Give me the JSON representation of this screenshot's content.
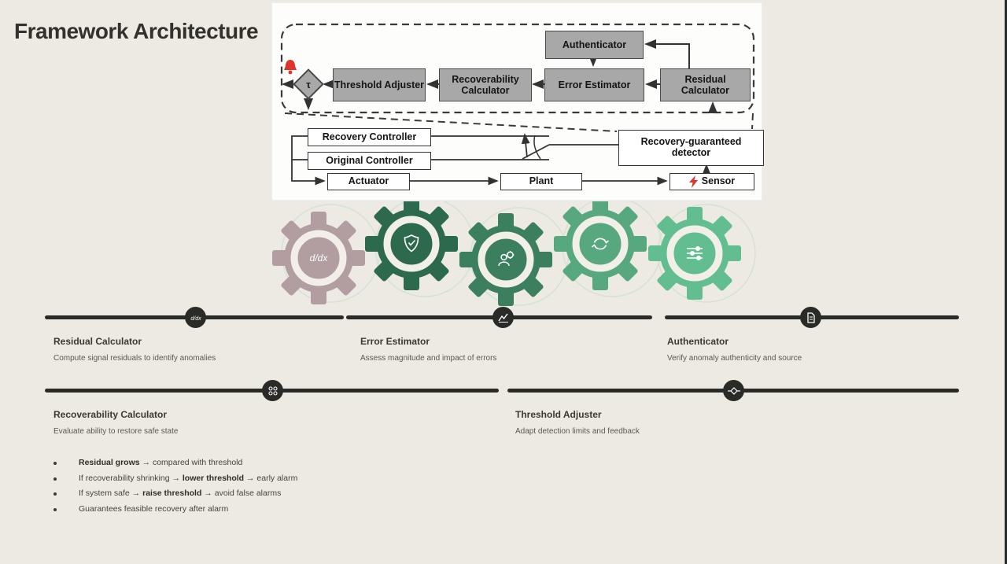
{
  "slide": {
    "title": "Framework Architecture"
  },
  "colors": {
    "background": "#eceae3",
    "panel_bg": "#fdfdfc",
    "gray_box": "#a8a8a8",
    "timeline_dark": "#2a2a26",
    "alarm_red": "#e0342b",
    "wire": "#3a3a3a"
  },
  "diagram": {
    "tau": "τ",
    "boxes": {
      "authenticator": "Authenticator",
      "threshold_adjuster": "Threshold Adjuster",
      "recoverability_calculator": "Recoverability Calculator",
      "error_estimator": "Error Estimator",
      "residual_calculator": "Residual Calculator",
      "recovery_controller": "Recovery Controller",
      "original_controller": "Original Controller",
      "recovery_guaranteed_detector": "Recovery-guaranteed detector",
      "actuator": "Actuator",
      "plant": "Plant",
      "sensor": "Sensor"
    },
    "icons": [
      "alarm-bell-icon",
      "attack-bolt-icon",
      "switch-icon"
    ]
  },
  "gears": [
    {
      "name": "residual-calculator-gear",
      "color": "#b29da1",
      "icon": "derivative-icon",
      "icon_text": "d/dx"
    },
    {
      "name": "authenticator-gear",
      "color": "#2d6a4d",
      "icon": "shield-check-icon"
    },
    {
      "name": "error-estimator-gear",
      "color": "#3c7f5e",
      "icon": "user-gear-icon"
    },
    {
      "name": "recoverability-gear",
      "color": "#57a87e",
      "icon": "sync-icon"
    },
    {
      "name": "threshold-adjuster-gear",
      "color": "#62bd90",
      "icon": "sliders-icon"
    }
  ],
  "timeline": {
    "row1": [
      {
        "title": "Residual Calculator",
        "description": "Compute signal residuals to identify anomalies",
        "icon": "derivative-icon",
        "icon_text": "d/dx"
      },
      {
        "title": "Error Estimator",
        "description": "Assess magnitude and impact of errors",
        "icon": "chart-line-icon"
      },
      {
        "title": "Authenticator",
        "description": "Verify anomaly authenticity and source",
        "icon": "document-icon"
      }
    ],
    "row2": [
      {
        "title": "Recoverability Calculator",
        "description": "Evaluate ability to restore safe state",
        "icon": "grid-dots-icon"
      },
      {
        "title": "Threshold Adjuster",
        "description": "Adapt detection limits and feedback",
        "icon": "route-diamond-icon"
      }
    ]
  },
  "bullets": [
    {
      "pre": "",
      "bold": "Residual grows",
      "post": " → compared with threshold"
    },
    {
      "pre": "If recoverability shrinking → ",
      "bold": "lower threshold",
      "post": " → early alarm"
    },
    {
      "pre": "If system safe → ",
      "bold": "raise threshold",
      "post": " → avoid false alarms"
    },
    {
      "pre": "Guarantees feasible recovery after alarm",
      "bold": "",
      "post": ""
    }
  ]
}
